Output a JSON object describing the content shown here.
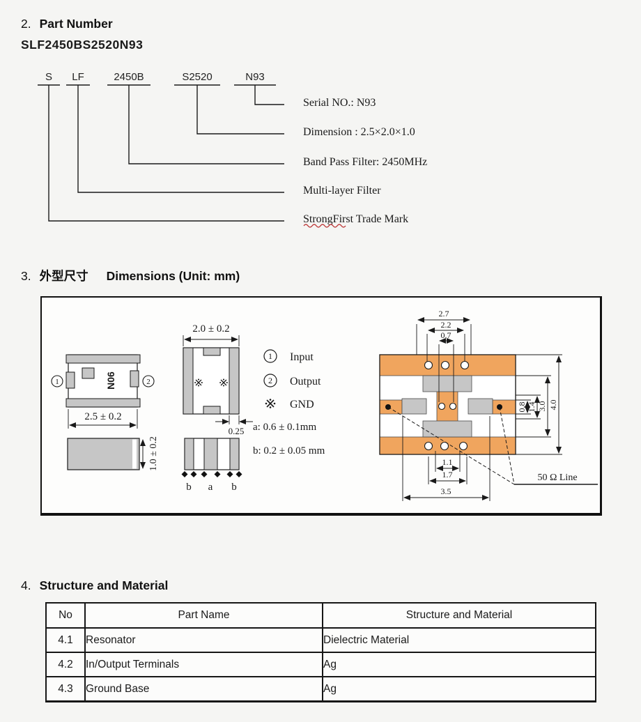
{
  "colors": {
    "copper": "#f0a55e",
    "gray": "#c6c6c6",
    "red": "#bb3333"
  },
  "section2": {
    "num": "2.",
    "title": "Part Number",
    "part_number": "SLF2450BS2520N93",
    "segments": [
      "S",
      "LF",
      "2450B",
      "S2520",
      "N93"
    ],
    "labels": [
      "Serial NO.: N93",
      "Dimension :  2.5×2.0×1.0",
      "Band Pass Filter: 2450MHz",
      "Multi-layer Filter",
      "StrongFirst Trade Mark"
    ]
  },
  "section3": {
    "num": "3.",
    "title_cn": "外型尺寸",
    "title_en": "Dimensions (Unit: mm)",
    "marking": "N06",
    "legend": {
      "n1": "1",
      "input": "Input",
      "n2": "2",
      "output": "Output",
      "gnd": "GND",
      "dim_a": "a: 0.6 ± 0.1mm",
      "dim_b": "b: 0.2 ± 0.05 mm"
    },
    "dims": {
      "top_view": "2.5 ± 0.2",
      "side_view": "2.0 ± 0.2",
      "height": "1.0 ± 0.2",
      "terminal": "0.25",
      "land": {
        "d27": "2.7",
        "d22": "2.2",
        "d07": "0.7",
        "d08": "0.8",
        "d14": "1.4",
        "d30": "3.0",
        "d40": "4.0",
        "d11": "1.1",
        "d17": "1.7",
        "d35": "3.5",
        "line_label": "50 Ω Line"
      },
      "pads": {
        "b1": "b",
        "a": "a",
        "b2": "b"
      }
    }
  },
  "section4": {
    "num": "4.",
    "title": "Structure and Material",
    "table": {
      "headers": [
        "No",
        "Part Name",
        "Structure and Material"
      ],
      "rows": [
        [
          "4.1",
          "Resonator",
          "Dielectric Material"
        ],
        [
          "4.2",
          "In/Output Terminals",
          "Ag"
        ],
        [
          "4.3",
          "Ground Base",
          "Ag"
        ]
      ]
    }
  }
}
